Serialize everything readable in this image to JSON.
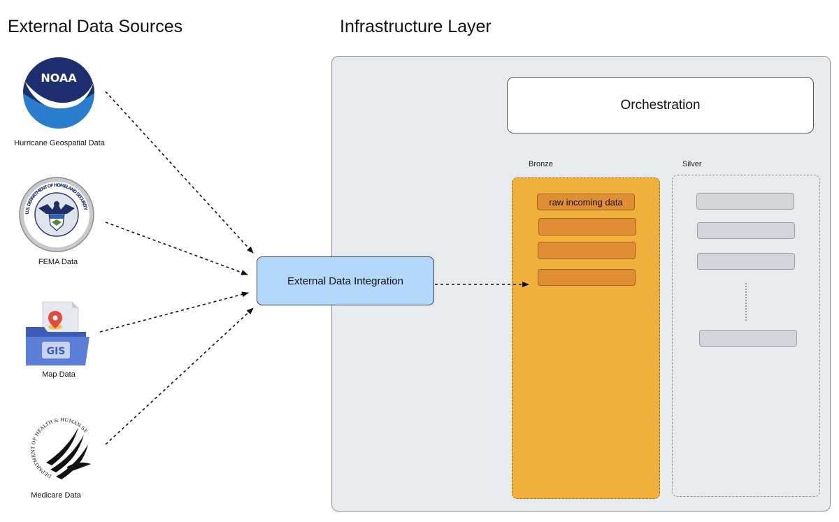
{
  "headings": {
    "external": "External Data Sources",
    "infrastructure": "Infrastructure Layer"
  },
  "sources": [
    {
      "label": "Hurricane Geospatial Data",
      "logo_text": "NOAA",
      "icon": "noaa-logo-icon"
    },
    {
      "label": "FEMA Data",
      "logo_text": "U.S. DEPARTMENT OF HOMELAND SECURITY",
      "icon": "dhs-seal-icon"
    },
    {
      "label": "Map Data",
      "logo_text": "GIS",
      "icon": "gis-folder-icon"
    },
    {
      "label": "Medicare Data",
      "logo_text": "DEPARTMENT OF HEALTH & HUMAN SERVICES · USA",
      "icon": "hhs-seal-icon"
    }
  ],
  "integration": {
    "label": "External Data Integration"
  },
  "orchestration": {
    "label": "Orchestration"
  },
  "bronze": {
    "label": "Bronze",
    "slots": [
      "raw incoming data",
      "",
      "",
      ""
    ]
  },
  "silver": {
    "label": "Silver"
  },
  "colors": {
    "bronze_fill": "#efb03c",
    "bronze_slot": "#e08e35",
    "silver_slot": "#d3d6da",
    "integration_fill": "#b3d7fb",
    "infra_fill": "#e8ebee",
    "noaa_blue": "#2a7ccc",
    "noaa_navy": "#1d2f6e"
  }
}
